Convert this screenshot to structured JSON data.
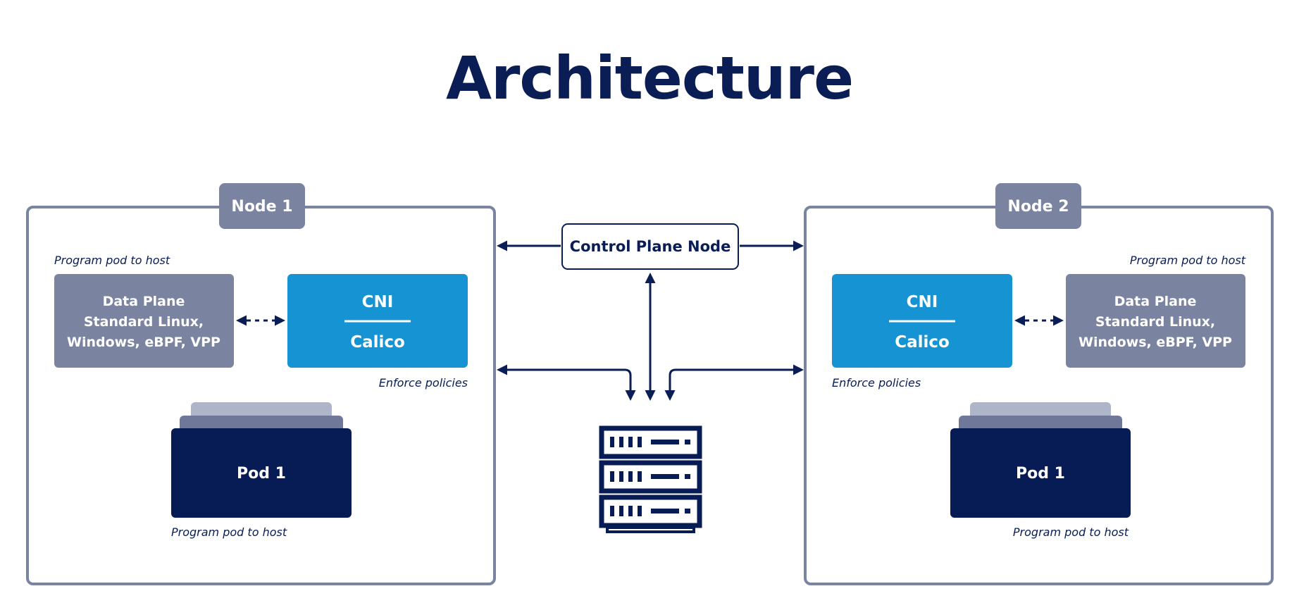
{
  "title": "Architecture",
  "control_plane": {
    "label": "Control Plane Node"
  },
  "nodes": [
    {
      "tab_label": "Node 1",
      "data_plane": {
        "lines": [
          "Data Plane",
          "Standard Linux,",
          "Windows, eBPF, VPP"
        ],
        "caption": "Program pod to host"
      },
      "cni": {
        "top": "CNI",
        "bottom": "Calico",
        "caption": "Enforce policies"
      },
      "pod": {
        "label": "Pod 1",
        "caption": "Program pod to host"
      }
    },
    {
      "tab_label": "Node 2",
      "data_plane": {
        "lines": [
          "Data Plane",
          "Standard Linux,",
          "Windows, eBPF, VPP"
        ],
        "caption": "Program pod to host"
      },
      "cni": {
        "top": "CNI",
        "bottom": "Calico",
        "caption": "Enforce policies"
      },
      "pod": {
        "label": "Pod 1",
        "caption": "Program pod to host"
      }
    }
  ],
  "colors": {
    "navy": "#0a1d54",
    "slate": "#7a84a0",
    "cni_blue": "#1693d3",
    "pod_navy": "#071b55"
  },
  "icons": {
    "server": "server-rack-icon"
  }
}
